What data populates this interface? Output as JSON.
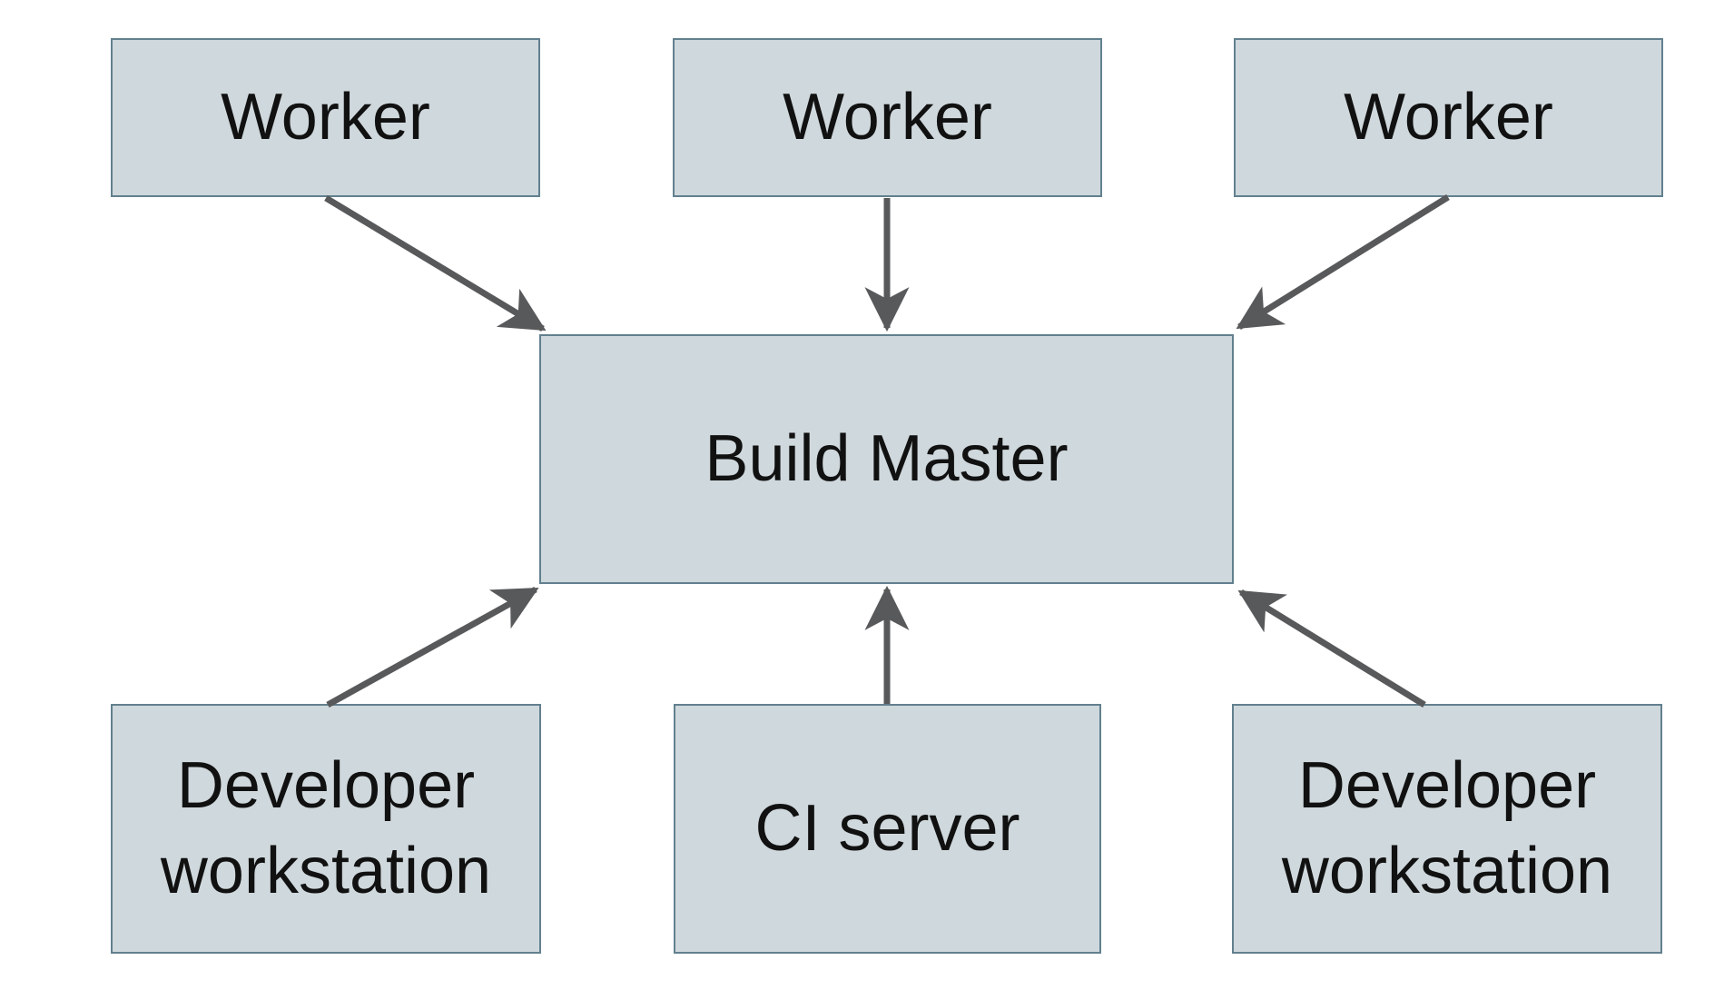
{
  "diagram": {
    "type": "architecture-diagram",
    "nodes": [
      {
        "id": "worker-left",
        "label": "Worker"
      },
      {
        "id": "worker-center",
        "label": "Worker"
      },
      {
        "id": "worker-right",
        "label": "Worker"
      },
      {
        "id": "build-master",
        "label": "Build Master"
      },
      {
        "id": "developer-workstation-left",
        "label": "Developer workstation"
      },
      {
        "id": "ci-server",
        "label": "CI server"
      },
      {
        "id": "developer-workstation-right",
        "label": "Developer workstation"
      }
    ],
    "edges": [
      {
        "from": "worker-left",
        "to": "build-master"
      },
      {
        "from": "worker-center",
        "to": "build-master"
      },
      {
        "from": "worker-right",
        "to": "build-master"
      },
      {
        "from": "developer-workstation-left",
        "to": "build-master"
      },
      {
        "from": "ci-server",
        "to": "build-master"
      },
      {
        "from": "developer-workstation-right",
        "to": "build-master"
      }
    ],
    "colors": {
      "node_fill": "#cfd8dc",
      "node_border": "#62808e",
      "arrow": "#58595b",
      "text": "#111111",
      "background": "#ffffff"
    }
  }
}
